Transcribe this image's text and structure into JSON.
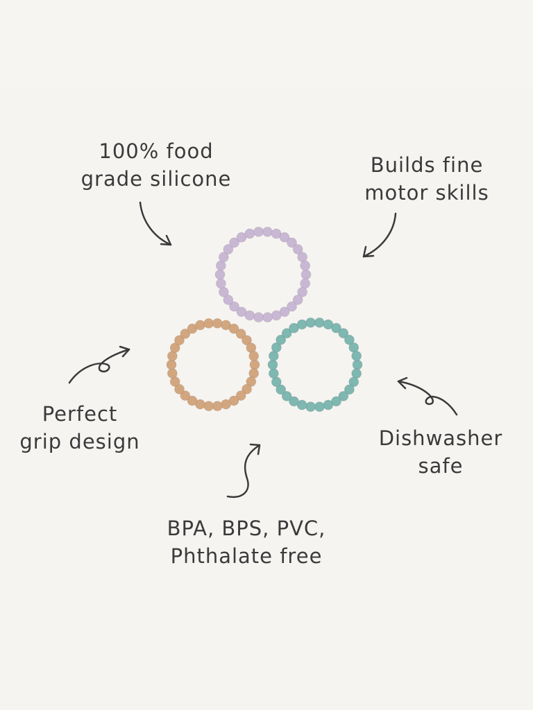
{
  "features": [
    {
      "line1": "100% food",
      "line2": "grade silicone"
    },
    {
      "line1": "Builds fine",
      "line2": "motor skills"
    },
    {
      "line1": "Perfect",
      "line2": "grip design"
    },
    {
      "line1": "Dishwasher",
      "line2": "safe"
    },
    {
      "line1": "BPA, BPS, PVC,",
      "line2": "Phthalate free"
    }
  ],
  "rings": [
    {
      "name": "lilac",
      "color": "#c9b8d4",
      "beads": 30
    },
    {
      "name": "tan",
      "color": "#d2a780",
      "beads": 30
    },
    {
      "name": "teal",
      "color": "#7fb7b1",
      "beads": 30
    }
  ],
  "text_color": "#3a3a3c"
}
